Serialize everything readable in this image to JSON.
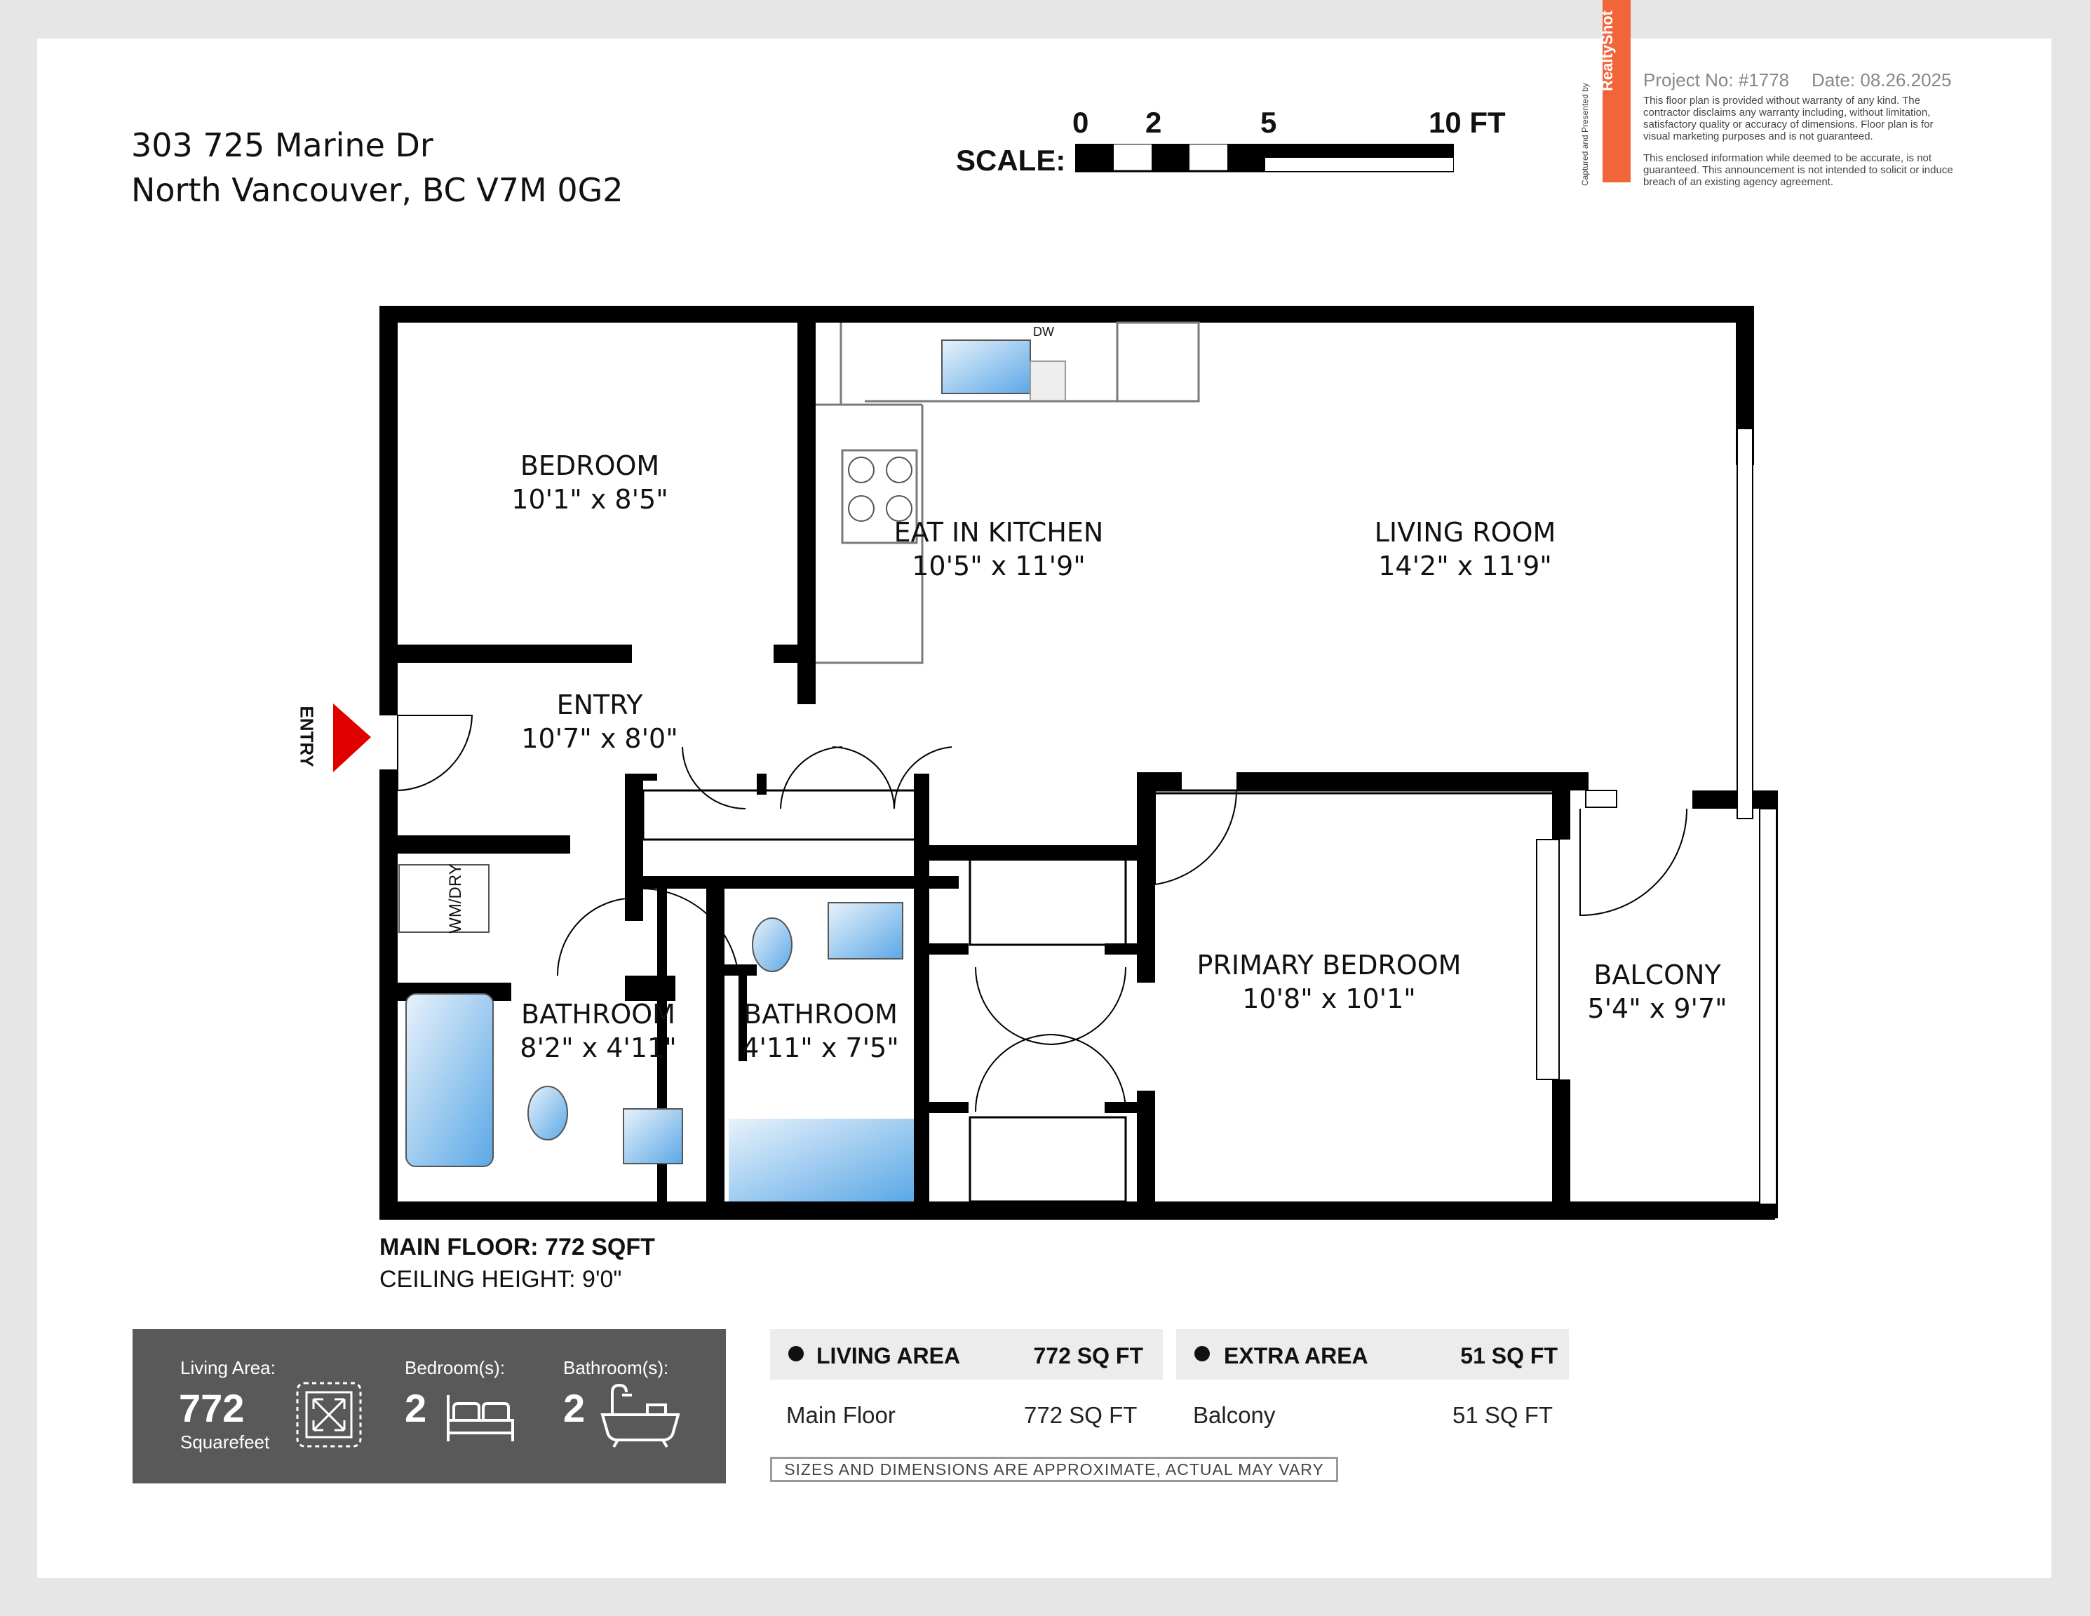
{
  "header": {
    "address_line1": "303 725 Marine Dr",
    "address_line2": "North Vancouver, BC V7M 0G2",
    "scale_label": "SCALE:",
    "scale_ticks": [
      "0",
      "2",
      "5",
      "10 FT"
    ],
    "project": "Project No: #1778",
    "date": "Date: 08.26.2025",
    "disclaimer_1": "This floor plan is provided without warranty of any kind. The contractor disclaims any warranty including, without limitation, satisfactory quality or accuracy of dimensions. Floor plan is for visual marketing purposes and is not guaranteed.",
    "disclaimer_2": "This enclosed information while deemed to be accurate, is not guaranteed. This announcement is not intended to solicit or induce breach of an existing agency agreement.",
    "brand_caption": "Captured and Presented by",
    "brand_name": "RealtyShot",
    "brand_color": "#f2643a"
  },
  "rooms": [
    {
      "name": "BEDROOM",
      "dims": "10'1\" x 8'5\""
    },
    {
      "name": "EAT IN KITCHEN",
      "dims": "10'5\" x 11'9\""
    },
    {
      "name": "LIVING ROOM",
      "dims": "14'2\" x 11'9\""
    },
    {
      "name": "ENTRY",
      "dims": "10'7\" x 8'0\""
    },
    {
      "name": "BATHROOM",
      "dims": "8'2\" x 4'11\""
    },
    {
      "name": "BATHROOM",
      "dims": "4'11\" x 7'5\""
    },
    {
      "name": "PRIMARY BEDROOM",
      "dims": "10'8\" x 10'1\""
    },
    {
      "name": "BALCONY",
      "dims": "5'4\" x 9'7\""
    }
  ],
  "fixtures": {
    "dishwasher": "DW",
    "laundry": "WM/DRY",
    "entry_marker": "ENTRY"
  },
  "floor": {
    "title": "MAIN FLOOR: 772 SQFT",
    "ceiling": "CEILING HEIGHT: 9'0\""
  },
  "summary": {
    "living_area_label": "Living Area:",
    "living_area_value": "772",
    "living_area_unit": "Squarefeet",
    "bedrooms_label": "Bedroom(s):",
    "bedrooms_value": "2",
    "bathrooms_label": "Bathroom(s):",
    "bathrooms_value": "2"
  },
  "areas": {
    "living": {
      "label": "LIVING AREA",
      "total": "772 SQ FT",
      "rows": [
        {
          "name": "Main Floor",
          "value": "772 SQ FT"
        }
      ]
    },
    "extra": {
      "label": "EXTRA AREA",
      "total": "51 SQ FT",
      "rows": [
        {
          "name": "Balcony",
          "value": "51 SQ FT"
        }
      ]
    },
    "note": "SIZES AND DIMENSIONS ARE APPROXIMATE, ACTUAL MAY VARY"
  },
  "colors": {
    "wall": "#000000",
    "fixture_blue": "#6fb4e8",
    "entry_arrow": "#e00000",
    "panel": "#595959"
  }
}
